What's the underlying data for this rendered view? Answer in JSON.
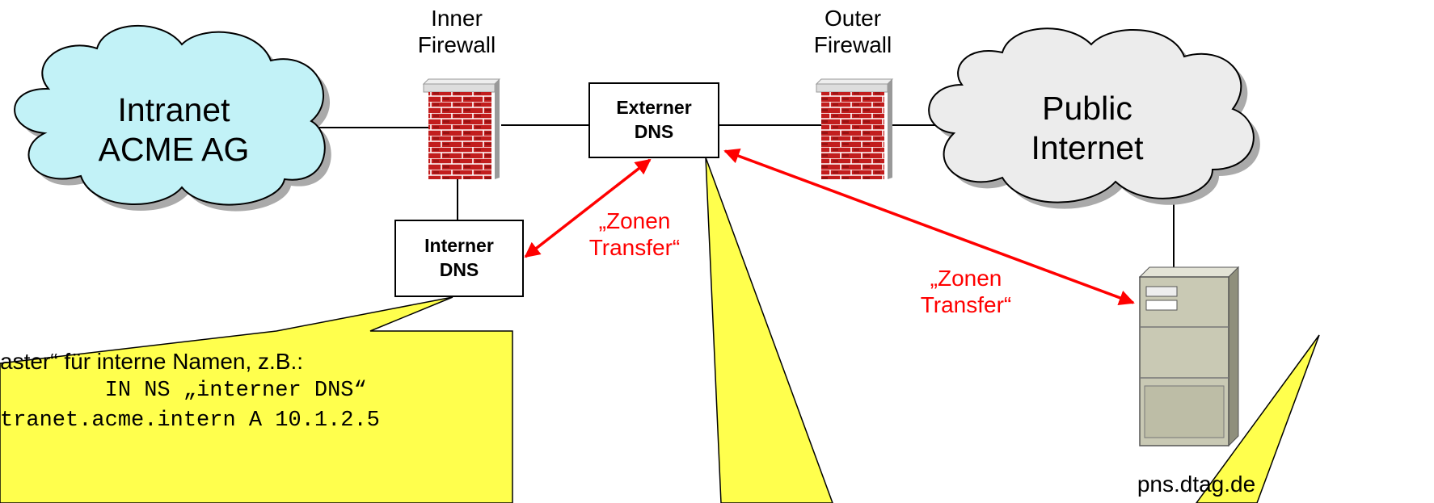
{
  "colors": {
    "cloud_intranet": "#c2f2f7",
    "cloud_public": "#ececec",
    "callout": "#ffff4d",
    "arrow": "#ff0000",
    "brick": "#c21d1d",
    "server": "#c9c9b4"
  },
  "intranet_cloud": {
    "line1": "Intranet",
    "line2": "ACME AG"
  },
  "public_cloud": {
    "line1": "Public",
    "line2": "Internet"
  },
  "inner_firewall": {
    "line1": "Inner",
    "line2": "Firewall",
    "icon": "brick-wall-icon"
  },
  "outer_firewall": {
    "line1": "Outer",
    "line2": "Firewall",
    "icon": "brick-wall-icon"
  },
  "externer_dns": {
    "line1": "Externer",
    "line2": "DNS"
  },
  "interner_dns": {
    "line1": "Interner",
    "line2": "DNS"
  },
  "zone_transfer_1": {
    "line1": "„Zonen",
    "line2": "Transfer“"
  },
  "zone_transfer_2": {
    "line1": "„Zonen",
    "line2": "Transfer“"
  },
  "server": {
    "label": "pns.dtag.de",
    "icon": "server-tower-icon"
  },
  "callout_internal": {
    "line1": "aster“ für interne Namen, z.B.:",
    "line2": "        IN NS „interner DNS“",
    "line3": "tranet.acme.intern A 10.1.2.5"
  }
}
